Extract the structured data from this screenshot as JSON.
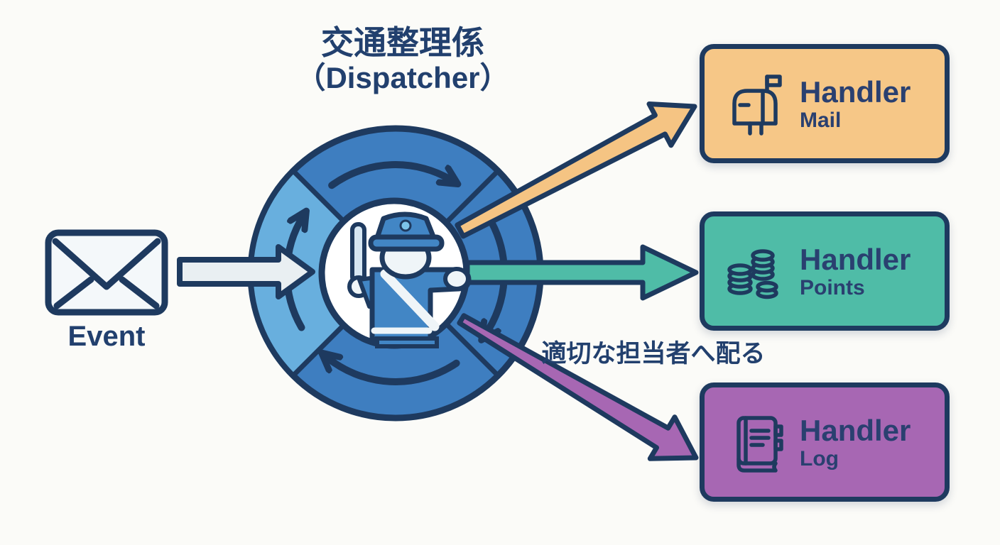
{
  "title": {
    "line1": "交通整理係",
    "line2": "（Dispatcher）"
  },
  "event": {
    "label": "Event"
  },
  "annotation": "適切な担当者へ配る",
  "handlers": [
    {
      "id": "mail",
      "title": "Handler",
      "subtitle": "Mail",
      "color": "#f6c787",
      "icon": "mailbox-icon"
    },
    {
      "id": "points",
      "title": "Handler",
      "subtitle": "Points",
      "color": "#4fbca7",
      "icon": "coin-stack-icon"
    },
    {
      "id": "log",
      "title": "Handler",
      "subtitle": "Log",
      "color": "#a767b3",
      "icon": "log-book-icon"
    }
  ],
  "colors": {
    "outline": "#1e3a5f",
    "text": "#22406e",
    "background": "#fbfbf8",
    "ring_blue": "#3e7ec0",
    "ring_light": "#68afde",
    "officer_blue": "#4286c5",
    "officer_light": "#eff5f8",
    "baton_light": "#d7e7f3",
    "badge_light": "#7cc4ea",
    "event_arrow": "#e9eff2",
    "mail_arrow": "#f5c483",
    "points_arrow": "#4fbca7",
    "log_arrow": "#a767b3"
  }
}
